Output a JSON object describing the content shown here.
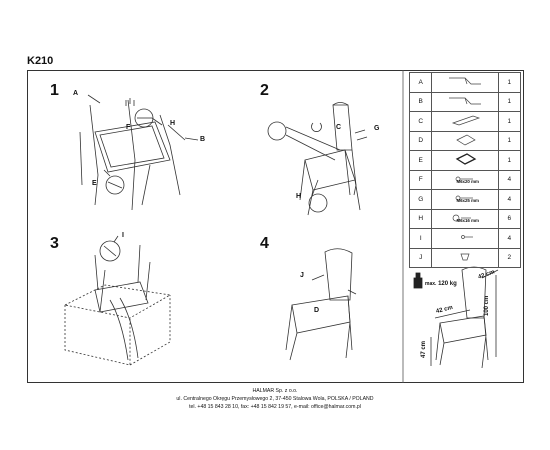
{
  "model": "K210",
  "steps": [
    {
      "num": "1",
      "labels": {
        "a": "A",
        "f": "F",
        "h": "H",
        "b": "B",
        "e": "E"
      }
    },
    {
      "num": "2",
      "labels": {
        "c": "C",
        "g": "G",
        "h": "H"
      }
    },
    {
      "num": "3",
      "labels": {
        "i": "I"
      }
    },
    {
      "num": "4",
      "labels": {
        "j": "J",
        "d": "D"
      }
    }
  ],
  "parts": [
    {
      "letter": "A",
      "qty": "1",
      "icon": "leg-frame-icon",
      "size": ""
    },
    {
      "letter": "B",
      "qty": "1",
      "icon": "leg-frame-icon",
      "size": ""
    },
    {
      "letter": "C",
      "qty": "1",
      "icon": "backrest-icon",
      "size": ""
    },
    {
      "letter": "D",
      "qty": "1",
      "icon": "seat-icon",
      "size": ""
    },
    {
      "letter": "E",
      "qty": "1",
      "icon": "seat-frame-icon",
      "size": ""
    },
    {
      "letter": "F",
      "qty": "4",
      "icon": "bolt-icon",
      "size": "M6x20 mm"
    },
    {
      "letter": "G",
      "qty": "4",
      "icon": "bolt-icon",
      "size": "M6x25 mm"
    },
    {
      "letter": "H",
      "qty": "6",
      "icon": "washer-bolt-icon",
      "size": "M6x16 mm"
    },
    {
      "letter": "I",
      "qty": "4",
      "icon": "screw-icon",
      "size": ""
    },
    {
      "letter": "J",
      "qty": "2",
      "icon": "cap-icon",
      "size": ""
    }
  ],
  "max_load": {
    "prefix": "max.",
    "value": "120 kg"
  },
  "dimensions": {
    "depth": "42 cm",
    "width": "42 cm",
    "height": "100 cm",
    "seat_height": "47 cm"
  },
  "footer": {
    "company": "HALMAR Sp. z o.o.",
    "address": "ul. Centralnego Okręgu Przemysłowego 2, 37-450 Stalowa Wola, POLSKA / POLAND",
    "contact": "tel. +48 15 843 28 10, fax: +48 15 842 19 57, e-mail: office@halmar.com.pl"
  }
}
